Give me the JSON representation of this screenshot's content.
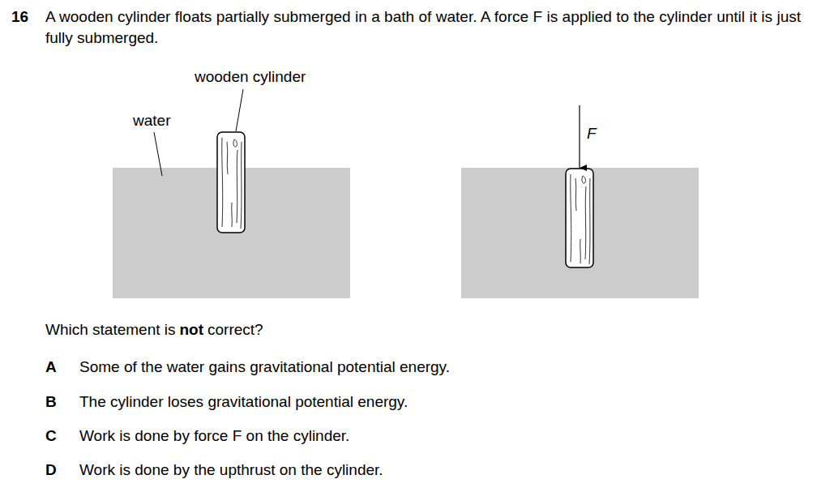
{
  "diagram": {
    "labels": [
      "16",
      "A wooden cylinder floats partially submerged in a bath of water. A force F is applied to the cylinder until it is just fully submerged.",
      "wooden cylinder",
      "water",
      "F",
      "Which statement is",
      "not",
      "correct?",
      "A",
      "Some of the water gains gravitational potential energy.",
      "B",
      "The cylinder loses gravitational potential energy.",
      "C",
      "Work is done by force F on the cylinder.",
      "D",
      "Work is done by the upthrust on the cylinder."
    ]
  }
}
